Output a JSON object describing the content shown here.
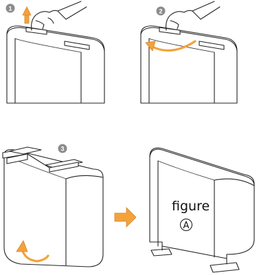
{
  "steps": [
    {
      "number": "1"
    },
    {
      "number": "2"
    },
    {
      "number": "3"
    }
  ],
  "figure": {
    "label": "figure",
    "letter": "A"
  },
  "colors": {
    "arrow": "#f3a23c",
    "step_badge": "#8c8c8c",
    "outline": "#222222"
  }
}
